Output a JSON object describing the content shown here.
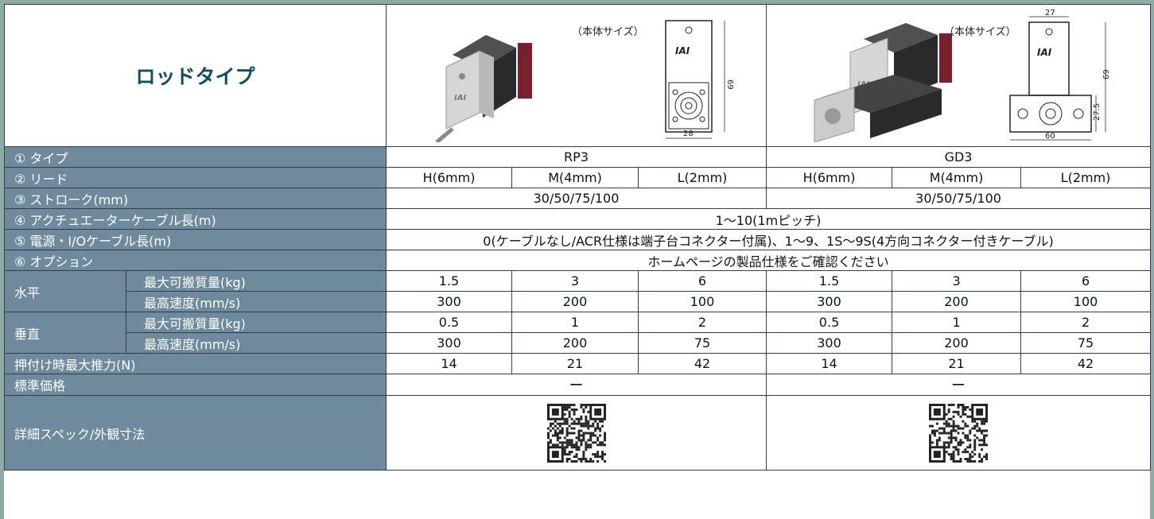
{
  "title": "ロッドタイプ",
  "size_note": "（本体サイズ）",
  "rp3_dims": {
    "width": "28",
    "height": "69"
  },
  "gd3_dims": {
    "top": "27",
    "height": "69",
    "mid": "27.5",
    "width": "60"
  },
  "logo_text": "IAI",
  "labels": {
    "type": "① タイプ",
    "lead": "② リード",
    "stroke": "③ ストローク(mm)",
    "actuator_cable": "④ アクチュエーターケーブル長(m)",
    "power_cable": "⑤ 電源・I/Oケーブル長(m)",
    "option": "⑥ オプション",
    "horizontal": "水平",
    "vertical": "垂直",
    "max_payload": "最大可搬質量(kg)",
    "max_speed": "最高速度(mm/s)",
    "push_force": "押付け時最大推力(N)",
    "price": "標準価格",
    "spec": "詳細スペック/外観寸法"
  },
  "models": [
    "RP3",
    "GD3"
  ],
  "leads": [
    "H(6mm)",
    "M(4mm)",
    "L(2mm)",
    "H(6mm)",
    "M(4mm)",
    "L(2mm)"
  ],
  "strokes": [
    "30/50/75/100",
    "30/50/75/100"
  ],
  "actuator_cable": "1〜10(1mピッチ)",
  "power_cable": "0(ケーブルなし/ACR仕様は端子台コネクター付属)、1〜9、1S〜9S(4方向コネクター付きケーブル)",
  "option": "ホームページの製品仕様をご確認ください",
  "h_payload": [
    "1.5",
    "3",
    "6",
    "1.5",
    "3",
    "6"
  ],
  "h_speed": [
    "300",
    "200",
    "100",
    "300",
    "200",
    "100"
  ],
  "v_payload": [
    "0.5",
    "1",
    "2",
    "0.5",
    "1",
    "2"
  ],
  "v_speed": [
    "300",
    "200",
    "75",
    "300",
    "200",
    "75"
  ],
  "push": [
    "14",
    "21",
    "42",
    "14",
    "21",
    "42"
  ],
  "price": [
    "ー",
    "ー"
  ]
}
